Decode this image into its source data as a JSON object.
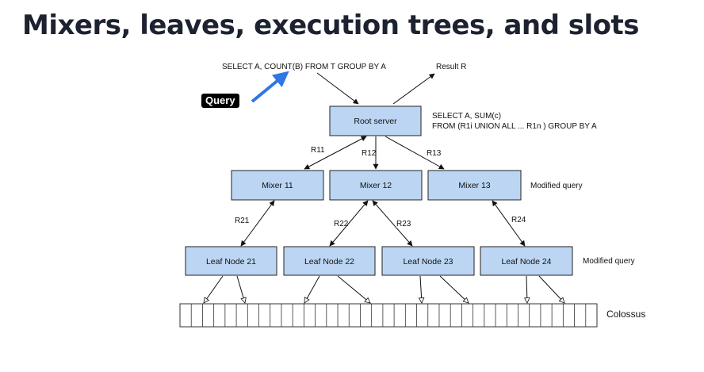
{
  "title": "Mixers, leaves, execution trees, and slots",
  "query_badge": "Query",
  "input_query": "SELECT A, COUNT(B) FROM T GROUP BY A",
  "result": "Result R",
  "root": {
    "label": "Root server",
    "query_line1": "SELECT A, SUM(c)",
    "query_line2": "FROM (R1i UNION ALL ... R1n ) GROUP BY A"
  },
  "mixers": [
    {
      "label": "Mixer 11",
      "edge": "R11"
    },
    {
      "label": "Mixer 12",
      "edge": "R12"
    },
    {
      "label": "Mixer 13",
      "edge": "R13"
    }
  ],
  "mixer_note": "Modified query",
  "leaves": [
    {
      "label": "Leaf Node 21",
      "edge": "R21"
    },
    {
      "label": "Leaf Node 22",
      "edge": "R22"
    },
    {
      "label": "Leaf Node 23",
      "edge": "R23"
    },
    {
      "label": "Leaf Node 24",
      "edge": "R24"
    }
  ],
  "leaf_note": "Modified query",
  "storage": "Colossus",
  "colors": {
    "node_fill": "#bcd5f3",
    "node_stroke": "#222222",
    "badge_bg": "#000000",
    "pointer_arrow": "#2f78e3",
    "title": "#1d2230"
  }
}
